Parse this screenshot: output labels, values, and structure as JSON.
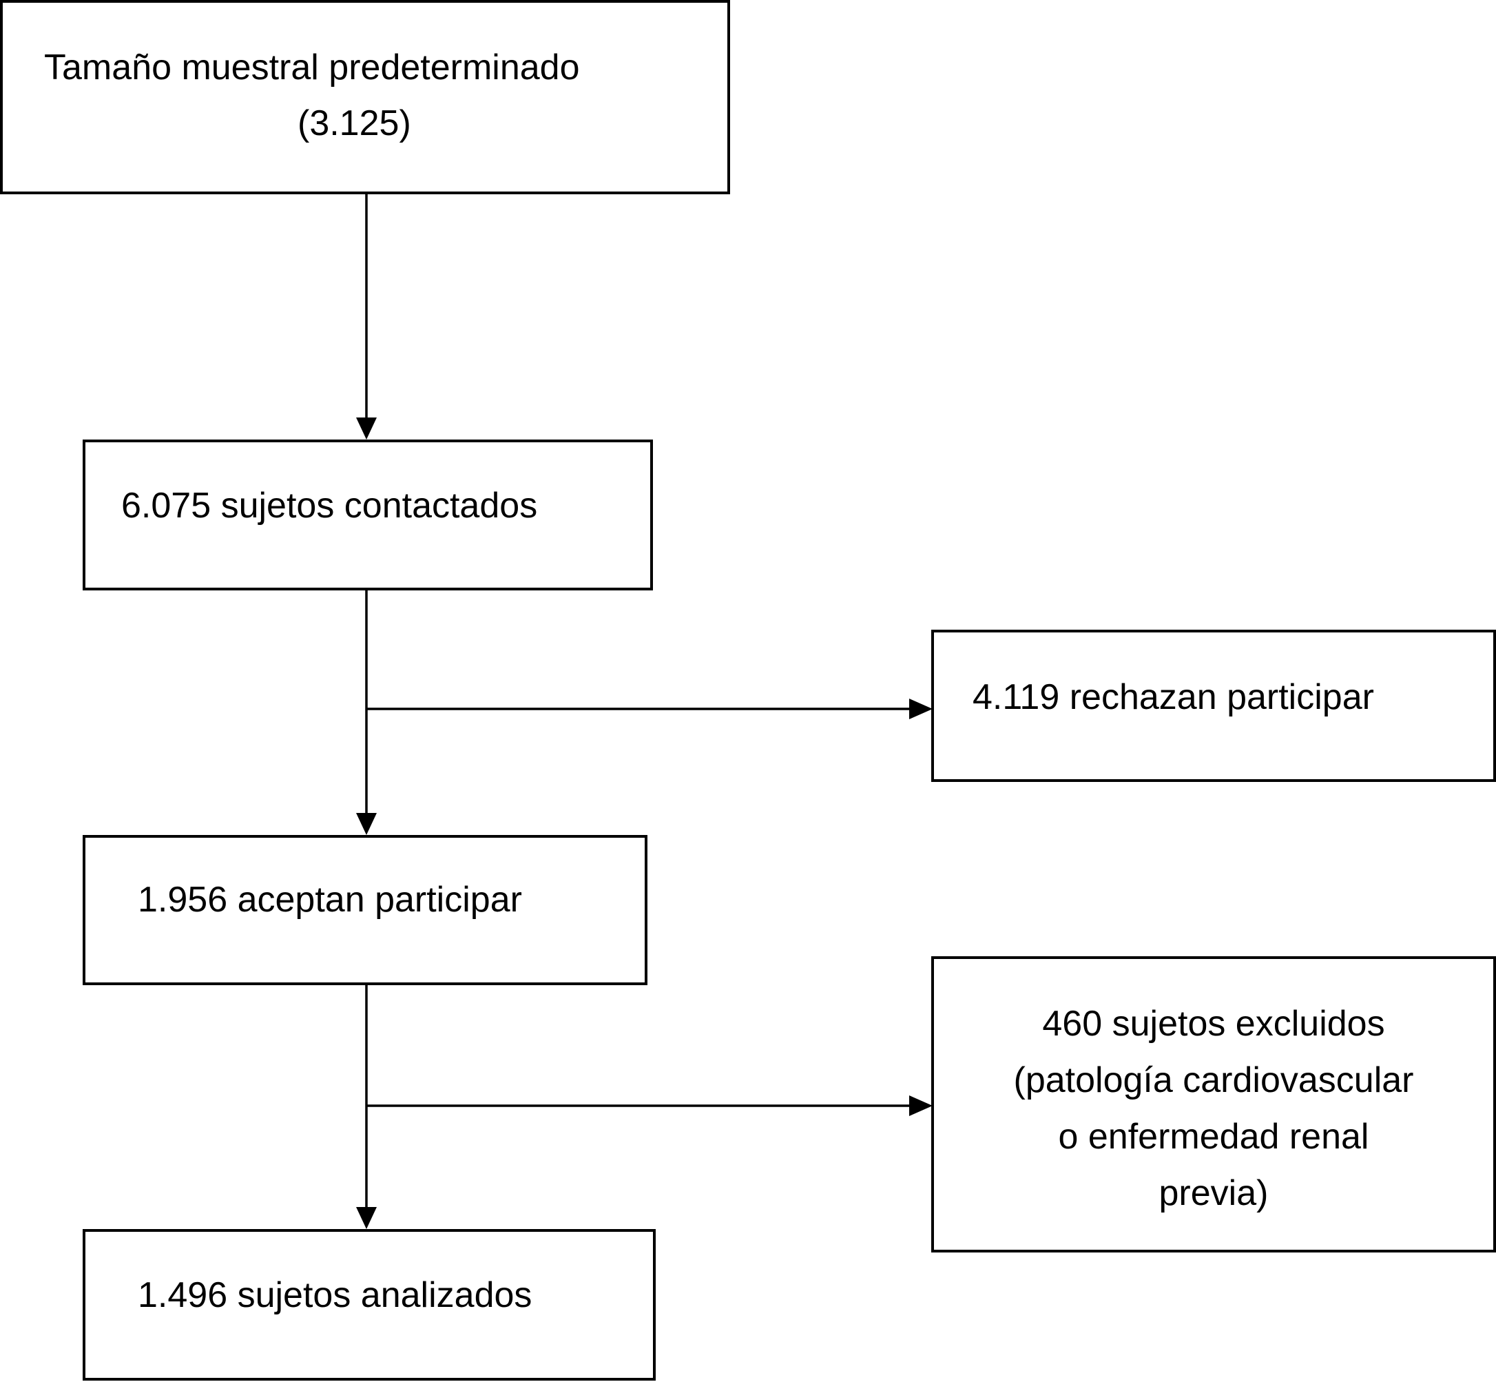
{
  "flowchart": {
    "box_sample": {
      "line1": "Tamaño muestral predeterminado",
      "line2": "(3.125)"
    },
    "box_contacted": {
      "text": "6.075 sujetos contactados"
    },
    "box_refused": {
      "text": "4.119 rechazan participar"
    },
    "box_accepted": {
      "text": "1.956 aceptan participar"
    },
    "box_excluded": {
      "line1": "460 sujetos excluidos",
      "line2": "(patología cardiovascular",
      "line3": "o enfermedad renal",
      "line4": "previa)"
    },
    "box_analyzed": {
      "text": "1.496 sujetos analizados"
    }
  }
}
